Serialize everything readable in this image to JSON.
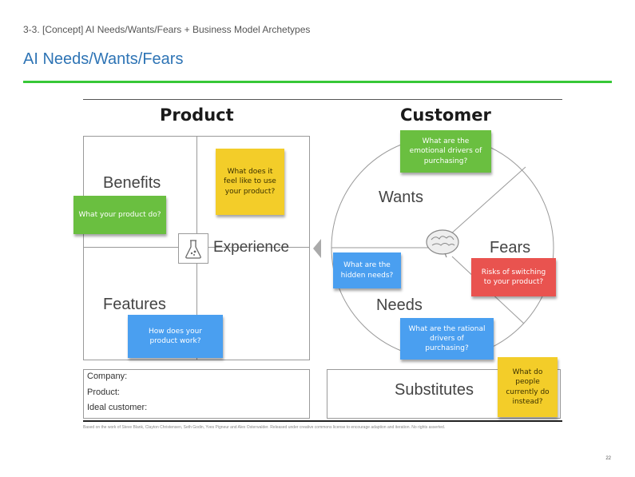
{
  "slide": {
    "subtitle": "3-3. [Concept] AI Needs/Wants/Fears + Business Model Archetypes",
    "title": "AI Needs/Wants/Fears",
    "page_number": "22"
  },
  "canvas": {
    "product_heading": "Product",
    "customer_heading": "Customer",
    "benefits": "Benefits",
    "features": "Features",
    "experience": "Experience",
    "wants": "Wants",
    "needs": "Needs",
    "fears": "Fears",
    "substitutes": "Substitutes",
    "company_label": "Company:",
    "product_label": "Product:",
    "ideal_customer_label": "Ideal customer:",
    "attribution": "Based on the work of Steve Blank, Clayton Christensen, Seth Godin, Yves Pigneur and Alex Osterwalder. Released under creative commons license to encourage adaption and iteration. No rights asserted."
  },
  "notes": {
    "product_do": "What your product do?",
    "feel_like": "What does it feel like to use your product?",
    "product_work": "How does your product work?",
    "emotional": "What are the emotional drivers of purchasing?",
    "hidden_needs": "What are the hidden needs?",
    "switching": "Risks of switching to your product?",
    "rational": "What are the rational drivers of purchasing?",
    "currently_do": "What do people currently do instead?"
  },
  "icons": [
    "flask-icon",
    "brain-icon",
    "arrow-left-icon"
  ],
  "colors": {
    "title_blue": "#2e74b5",
    "rule_green": "#37c837",
    "note_green": "#6abf40",
    "note_yellow": "#f3cd29",
    "note_blue": "#4a9ff0",
    "note_red": "#e9534f"
  }
}
